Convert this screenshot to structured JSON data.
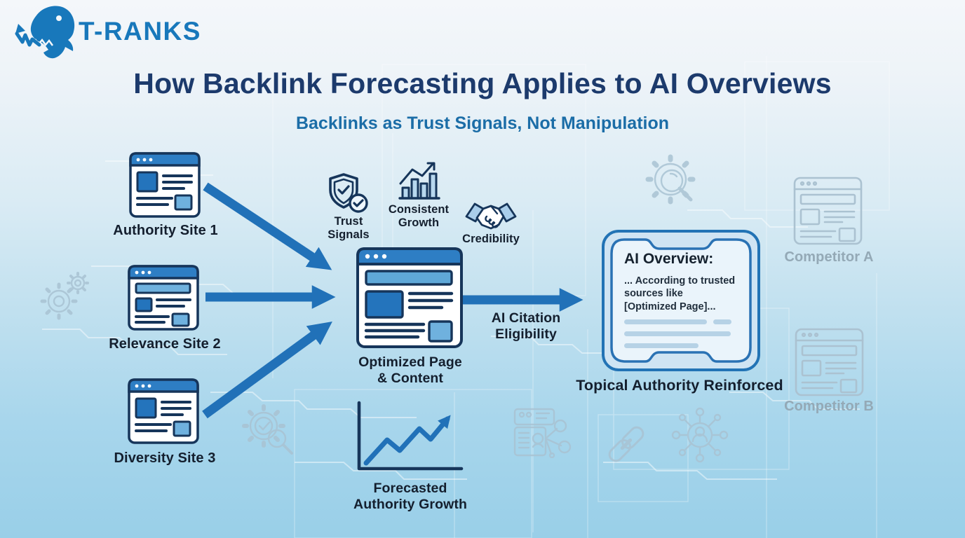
{
  "header": {
    "logo_text": "T-RANKS",
    "title": "How Backlink Forecasting Applies to AI Overviews",
    "subtitle": "Backlinks as Trust Signals, Not Manipulation"
  },
  "sites": [
    {
      "label": "Authority Site 1",
      "icon": "browser-site-icon"
    },
    {
      "label": "Relevance Site 2",
      "icon": "browser-site-icon"
    },
    {
      "label": "Diversity Site 3",
      "icon": "browser-site-icon"
    }
  ],
  "signals": [
    {
      "label": "Trust\nSignals",
      "icon": "shield-check-icon"
    },
    {
      "label": "Consistent\nGrowth",
      "icon": "growth-bars-icon"
    },
    {
      "label": "Credibility",
      "icon": "handshake-icon"
    }
  ],
  "central": {
    "label": "Optimized Page\n& Content",
    "icon": "browser-page-icon"
  },
  "citation": {
    "label": "AI Citation\nEligibility"
  },
  "ai_overview": {
    "heading": "AI Overview:",
    "body": "... According to trusted\nsources like\n[Optimized Page]..."
  },
  "result": {
    "label": "Topical Authority Reinforced"
  },
  "competitors": [
    {
      "label": "Competitor A",
      "icon": "faded-browser-icon"
    },
    {
      "label": "Competitor B",
      "icon": "faded-browser-icon"
    }
  ],
  "forecast": {
    "label": "Forecasted\nAuthority Growth",
    "icon": "growth-line-chart-icon"
  },
  "colors": {
    "navy_outline": "#16355a",
    "title_navy": "#1c3a6c",
    "subtitle_blue": "#1b6da7",
    "logo_blue": "#1878bb",
    "arrow_blue": "#2171b8",
    "browser_bar_blue": "#2e7ec4",
    "mid_blue": "#2474bc",
    "light_blue": "#6fb1de",
    "faded_stroke": "#a9c3d3",
    "competitor_text": "#94a9b6",
    "bg_top": "#f4f7fa",
    "bg_bottom": "#99cfe8"
  },
  "decorative_icons": [
    "gears-icon",
    "gear-check-magnifier-icon",
    "gear-magnifier-icon",
    "browser-share-network-icon",
    "chain-link-icon",
    "person-network-icon"
  ]
}
